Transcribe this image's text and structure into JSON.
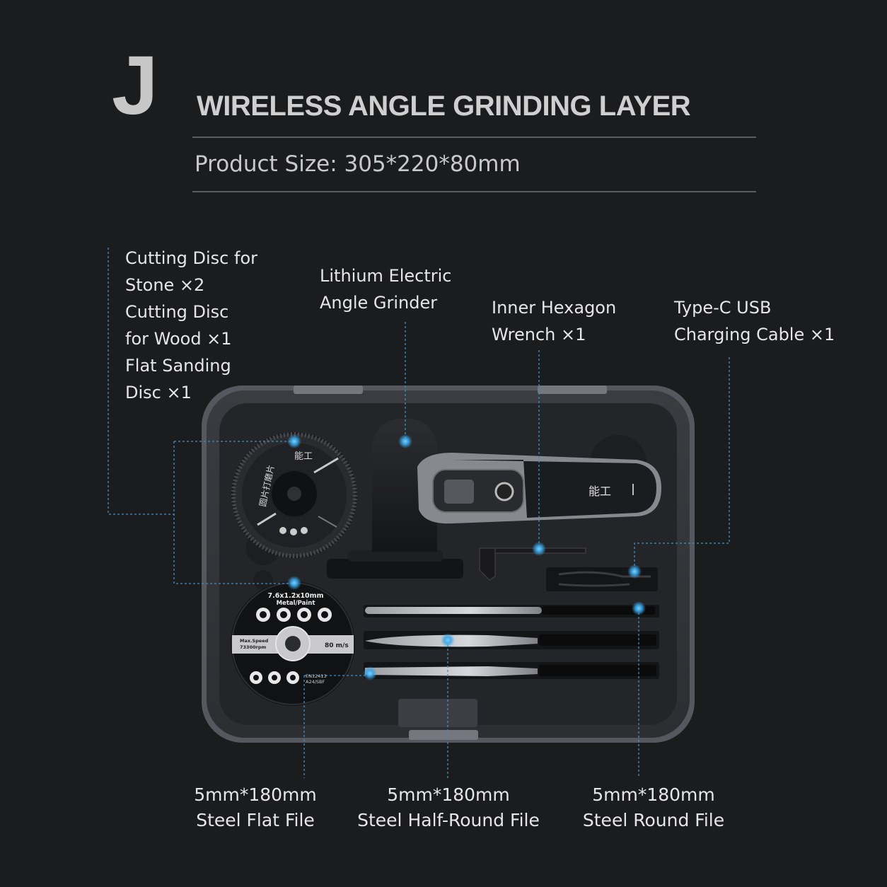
{
  "header": {
    "letter": "J",
    "title": "WIRELESS ANGLE GRINDING LAYER",
    "product_size": "Product Size: 305*220*80mm"
  },
  "callouts": {
    "discs": [
      "Cutting Disc for",
      "Stone ×2",
      "Cutting Disc",
      "for Wood ×1",
      "Flat Sanding",
      "Disc ×1"
    ],
    "grinder": [
      "Lithium Electric",
      "Angle Grinder"
    ],
    "wrench": [
      "Inner Hexagon",
      "Wrench ×1"
    ],
    "cable": [
      "Type-C USB",
      "Charging Cable ×1"
    ],
    "flat_file": [
      "5mm*180mm",
      "Steel Flat File"
    ],
    "half_round_file": [
      "5mm*180mm",
      "Steel Half-Round File"
    ],
    "round_file": [
      "5mm*180mm",
      "Steel Round File"
    ]
  },
  "product": {
    "brand": "能工",
    "disc_top_spec": "7.6x1.2x10mm",
    "disc_top_use": "Metal/Paint",
    "disc_max_speed_label": "Max.Speed",
    "disc_rpm": "73300rpm",
    "disc_speed": "80 m/s",
    "disc_code": "EN12413",
    "disc_grade": "A24/SBF",
    "wood_disc_text": "圆片打磨片"
  },
  "colors": {
    "background": "#1b1c1e",
    "case": "#2e3035",
    "case_rim": "#55585e",
    "accent_dot": "#3aa6e8",
    "leader_line": "#3f8fc4"
  }
}
